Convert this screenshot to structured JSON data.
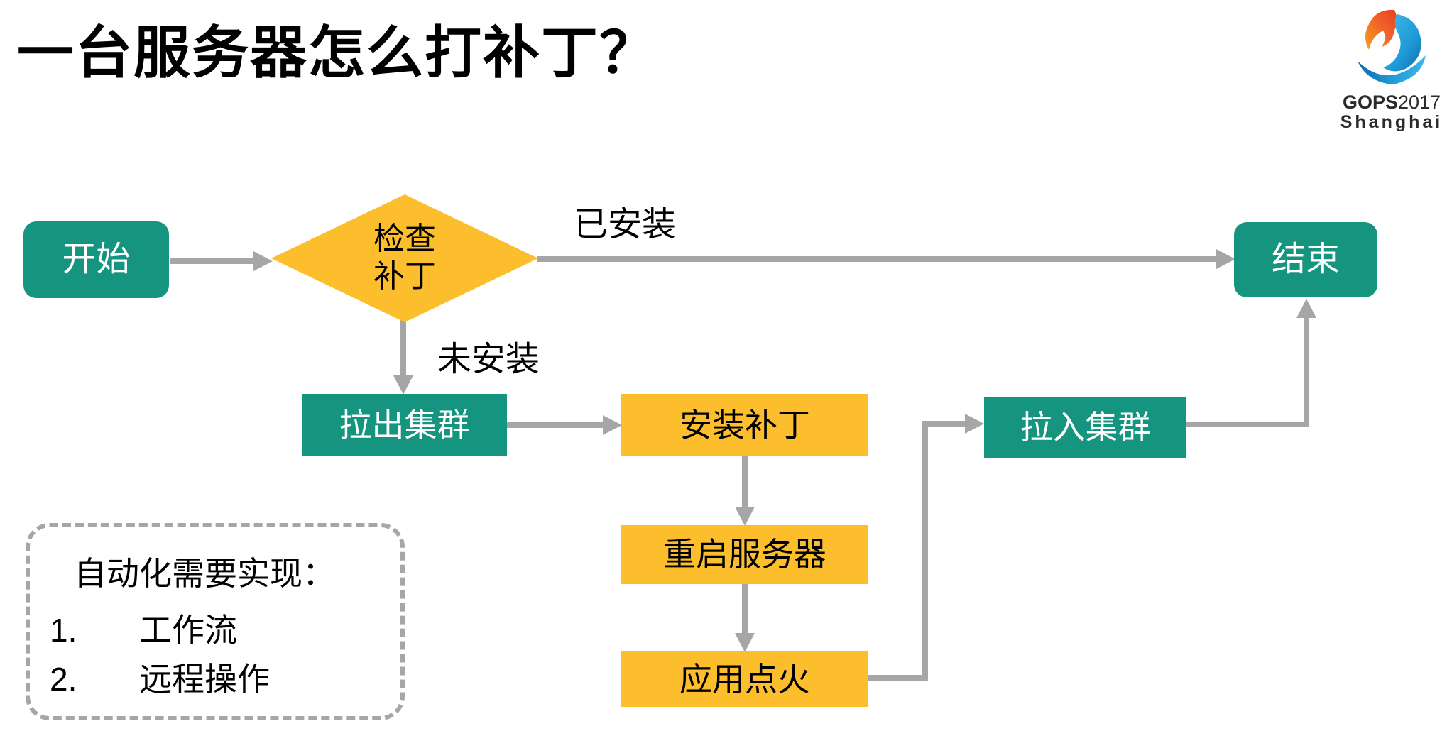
{
  "slide": {
    "title": "一台服务器怎么打补丁？"
  },
  "logo": {
    "name1_bold": "GOPS",
    "name1_rest": "2017",
    "name2": "Shanghai"
  },
  "colors": {
    "teal": "#15947F",
    "yellow": "#FCBE2D",
    "connector_gray": "#A6A6A6",
    "title_black": "#000000",
    "logo_orange": "#F2622B",
    "logo_blue": "#1E9CD7"
  },
  "flowchart": {
    "nodes": {
      "start": {
        "label": "开始",
        "shape": "rounded-rect",
        "color": "teal"
      },
      "check_patch": {
        "label_line1": "检查",
        "label_line2": "补丁",
        "shape": "diamond",
        "color": "yellow"
      },
      "end": {
        "label": "结束",
        "shape": "rounded-rect",
        "color": "teal"
      },
      "pull_out": {
        "label": "拉出集群",
        "shape": "rect",
        "color": "teal"
      },
      "install": {
        "label": "安装补丁",
        "shape": "rect",
        "color": "yellow"
      },
      "restart": {
        "label": "重启服务器",
        "shape": "rect",
        "color": "yellow"
      },
      "ignite": {
        "label": "应用点火",
        "shape": "rect",
        "color": "yellow"
      },
      "pull_in": {
        "label": "拉入集群",
        "shape": "rect",
        "color": "teal"
      }
    },
    "edge_labels": {
      "installed": "已安装",
      "not_installed": "未安装"
    }
  },
  "note_box": {
    "heading": "自动化需要实现：",
    "items": [
      {
        "number": "1.",
        "text": "工作流"
      },
      {
        "number": "2.",
        "text": "远程操作"
      }
    ]
  }
}
